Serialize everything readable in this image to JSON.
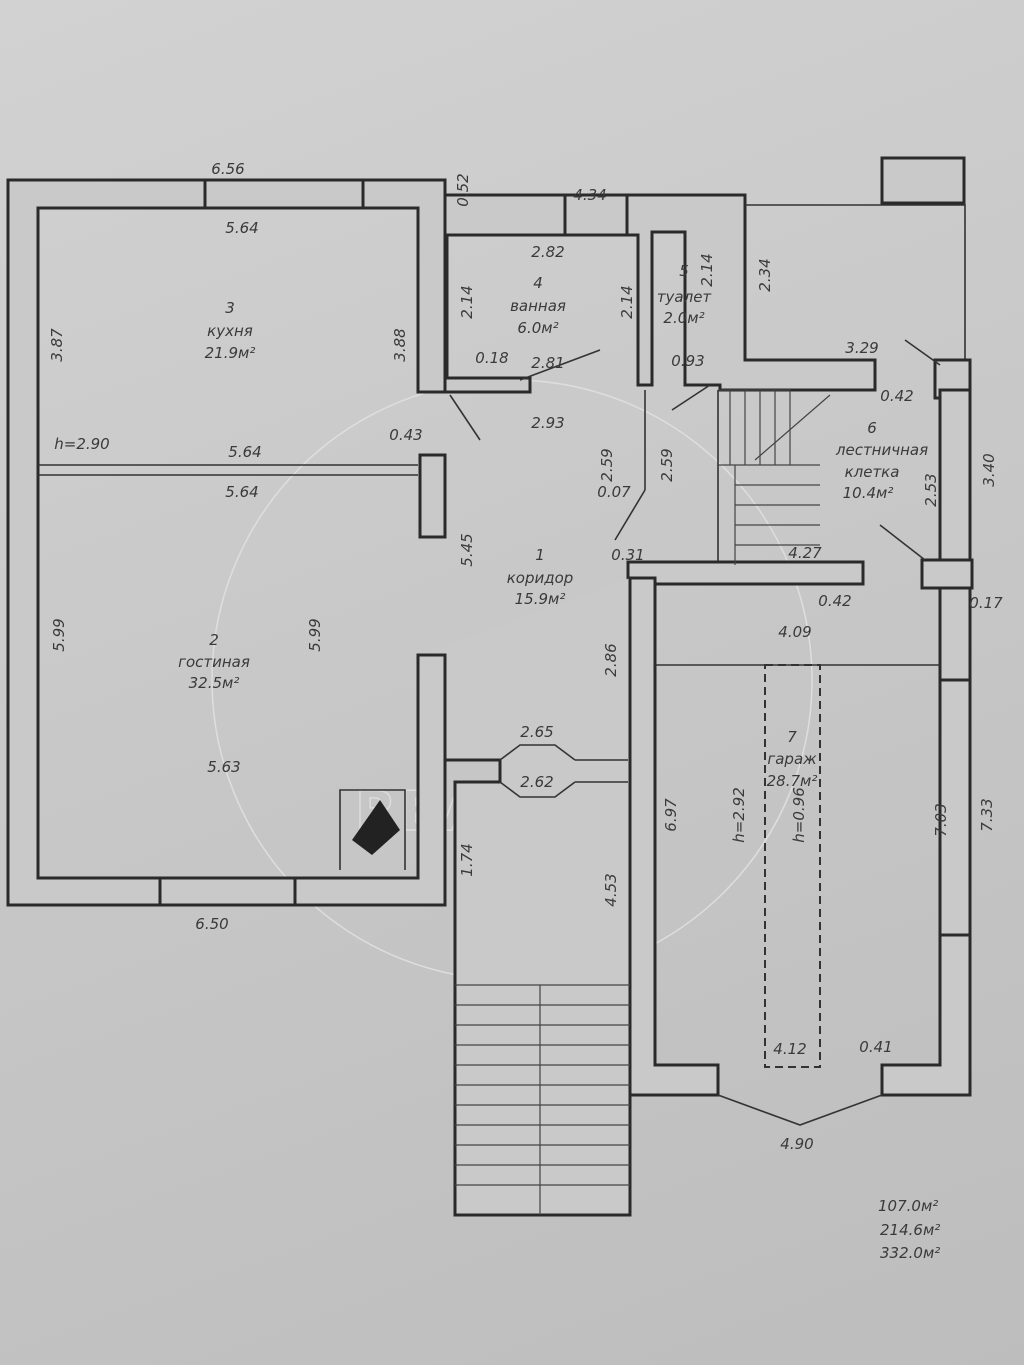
{
  "rooms": [
    {
      "num": "1",
      "name": "коридор",
      "area": "15.9м²"
    },
    {
      "num": "2",
      "name": "гостиная",
      "area": "32.5м²"
    },
    {
      "num": "3",
      "name": "кухня",
      "area": "21.9м²"
    },
    {
      "num": "4",
      "name": "ванная",
      "area": "6.0м²"
    },
    {
      "num": "5",
      "name": "туалет",
      "area": "2.0м²"
    },
    {
      "num": "6",
      "name": "лестничная",
      "name2": "клетка",
      "area": "10.4м²"
    },
    {
      "num": "7",
      "name": "гараж",
      "area": "28.7м²"
    }
  ],
  "dims": [
    "6.56",
    "0.52",
    "4.34",
    "5.64",
    "3.87",
    "3.88",
    "2.82",
    "2.14",
    "2.14",
    "2.14",
    "2.34",
    "0.18",
    "2.81",
    "0.93",
    "3.29",
    "0.42",
    "0.43",
    "5.64",
    "2.93",
    "5.64",
    "2.59",
    "2.59",
    "0.07",
    "2.53",
    "3.40",
    "0.31",
    "5.45",
    "4.27",
    "0.42",
    "0.17",
    "4.09",
    "5.99",
    "5.99",
    "2.86",
    "2.65",
    "5.63",
    "2.62",
    "6.97",
    "h=2.92",
    "h=0.96",
    "7.03",
    "7.33",
    "1.74",
    "4.53",
    "6.50",
    "4.12",
    "0.41",
    "4.90",
    "h=2.90"
  ],
  "totals": [
    "107.0м²",
    "214.6м²",
    "332.0м²"
  ],
  "watermark": "REALITY"
}
